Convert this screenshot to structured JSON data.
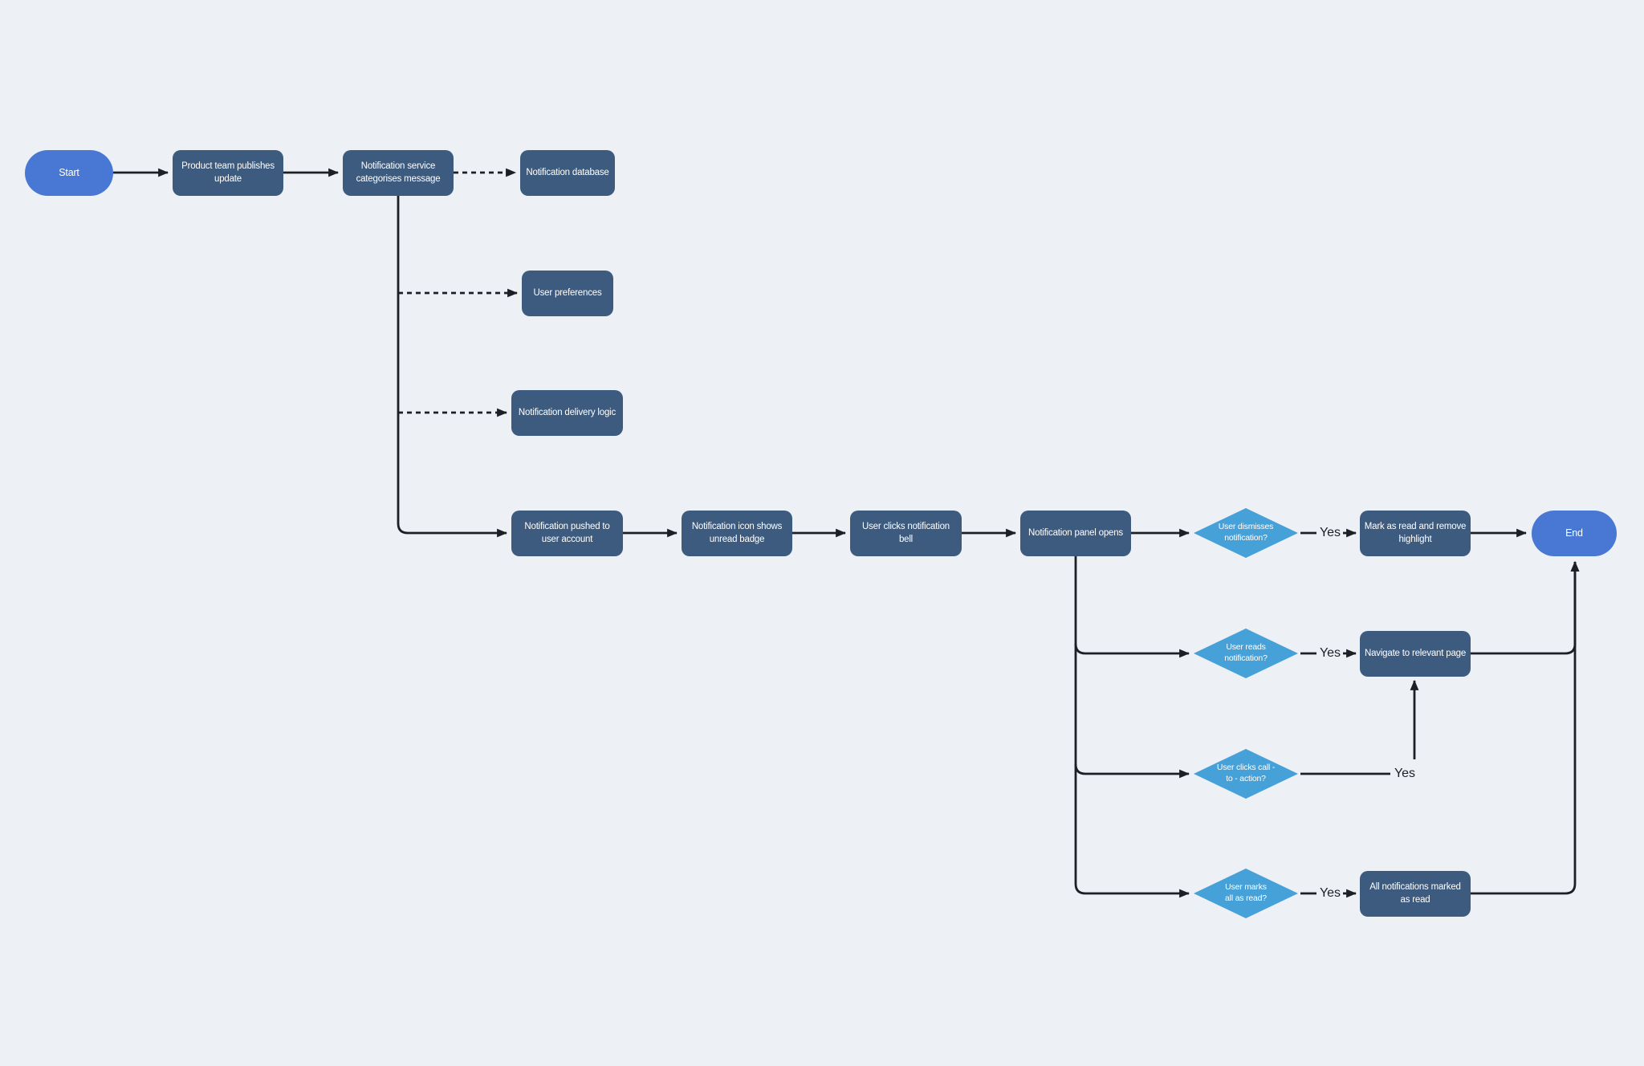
{
  "palette": {
    "background": "#edf1f6",
    "line": "#1c2026",
    "terminal_fill": "#4878d3",
    "process_fill": "#3d5b7e",
    "decision_fill": "#47a1d9",
    "node_text": "#ffffff",
    "label_text": "#1c2026"
  },
  "nodes": {
    "start": {
      "label": "Start",
      "shape": "terminal"
    },
    "product_team": {
      "label": "Product team publishes\nupdate",
      "shape": "process"
    },
    "notification_service": {
      "label": "Notification service\ncategorises message",
      "shape": "process"
    },
    "notification_database": {
      "label": "Notification database",
      "shape": "process"
    },
    "user_preferences": {
      "label": "User preferences",
      "shape": "process"
    },
    "delivery_logic": {
      "label": "Notification delivery logic",
      "shape": "process"
    },
    "pushed_to_account": {
      "label": "Notification pushed to\nuser account",
      "shape": "process"
    },
    "icon_unread_badge": {
      "label": "Notification icon shows\nunread badge",
      "shape": "process"
    },
    "clicks_bell": {
      "label": "User clicks notification\nbell",
      "shape": "process"
    },
    "panel_opens": {
      "label": "Notification panel opens",
      "shape": "process"
    },
    "dismisses": {
      "label": "User dismisses\nnotification?",
      "shape": "decision"
    },
    "mark_read_remove": {
      "label": "Mark as read and remove\nhighlight",
      "shape": "process"
    },
    "end": {
      "label": "End",
      "shape": "terminal"
    },
    "reads": {
      "label": "User reads\nnotification?",
      "shape": "decision"
    },
    "navigate_relevant": {
      "label": "Navigate to relevant page",
      "shape": "process"
    },
    "clicks_cta": {
      "label": "User clicks call -\nto - action?",
      "shape": "decision"
    },
    "marks_all": {
      "label": "User marks\nall as read?",
      "shape": "decision"
    },
    "all_marked": {
      "label": "All notifications marked\nas read",
      "shape": "process"
    }
  },
  "edge_labels": {
    "dismiss_yes": "Yes",
    "reads_yes": "Yes",
    "cta_yes": "Yes",
    "marks_all_yes": "Yes"
  }
}
